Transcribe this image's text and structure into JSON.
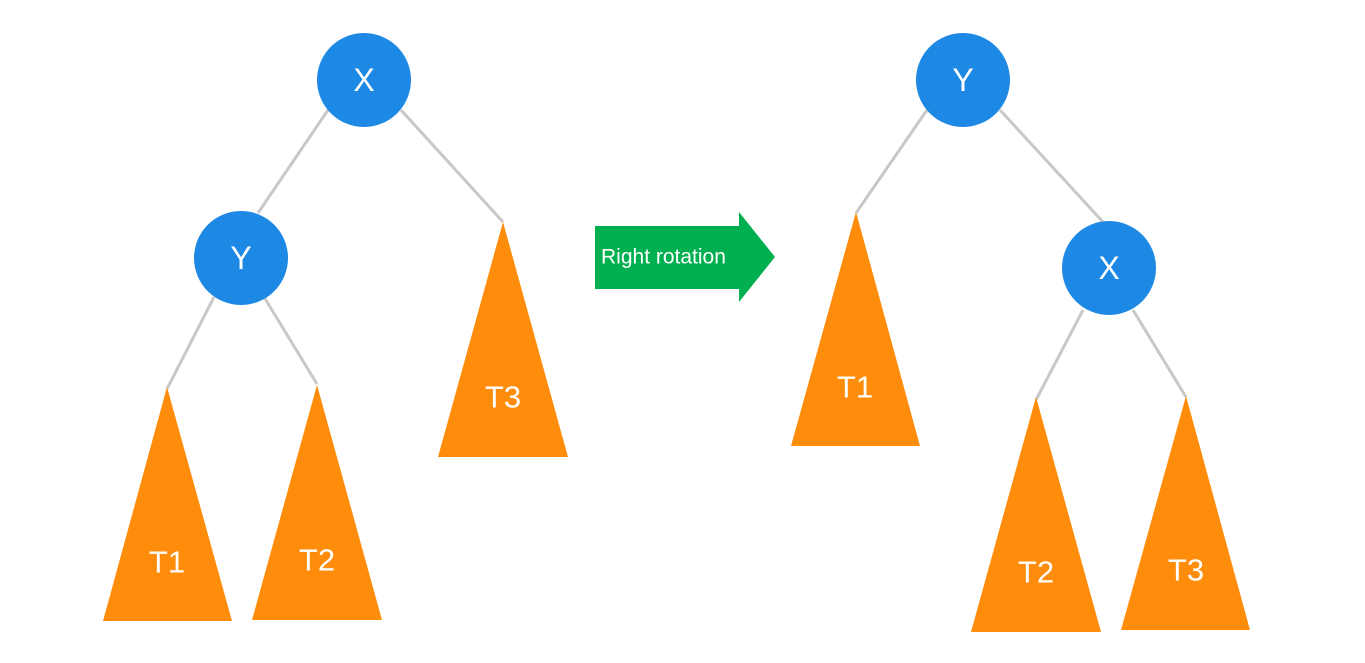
{
  "colors": {
    "node": "#1e88e5",
    "subtree": "#ff8c0a",
    "arrow": "#00b050",
    "edge": "#c8c8c8",
    "text": "#ffffff"
  },
  "before": {
    "root": "X",
    "root_left": "Y",
    "subtree_t1": "T1",
    "subtree_t2": "T2",
    "subtree_t3": "T3"
  },
  "arrow": {
    "label": "Right rotation"
  },
  "after": {
    "root": "Y",
    "root_right": "X",
    "subtree_t1": "T1",
    "subtree_t2": "T2",
    "subtree_t3": "T3"
  }
}
